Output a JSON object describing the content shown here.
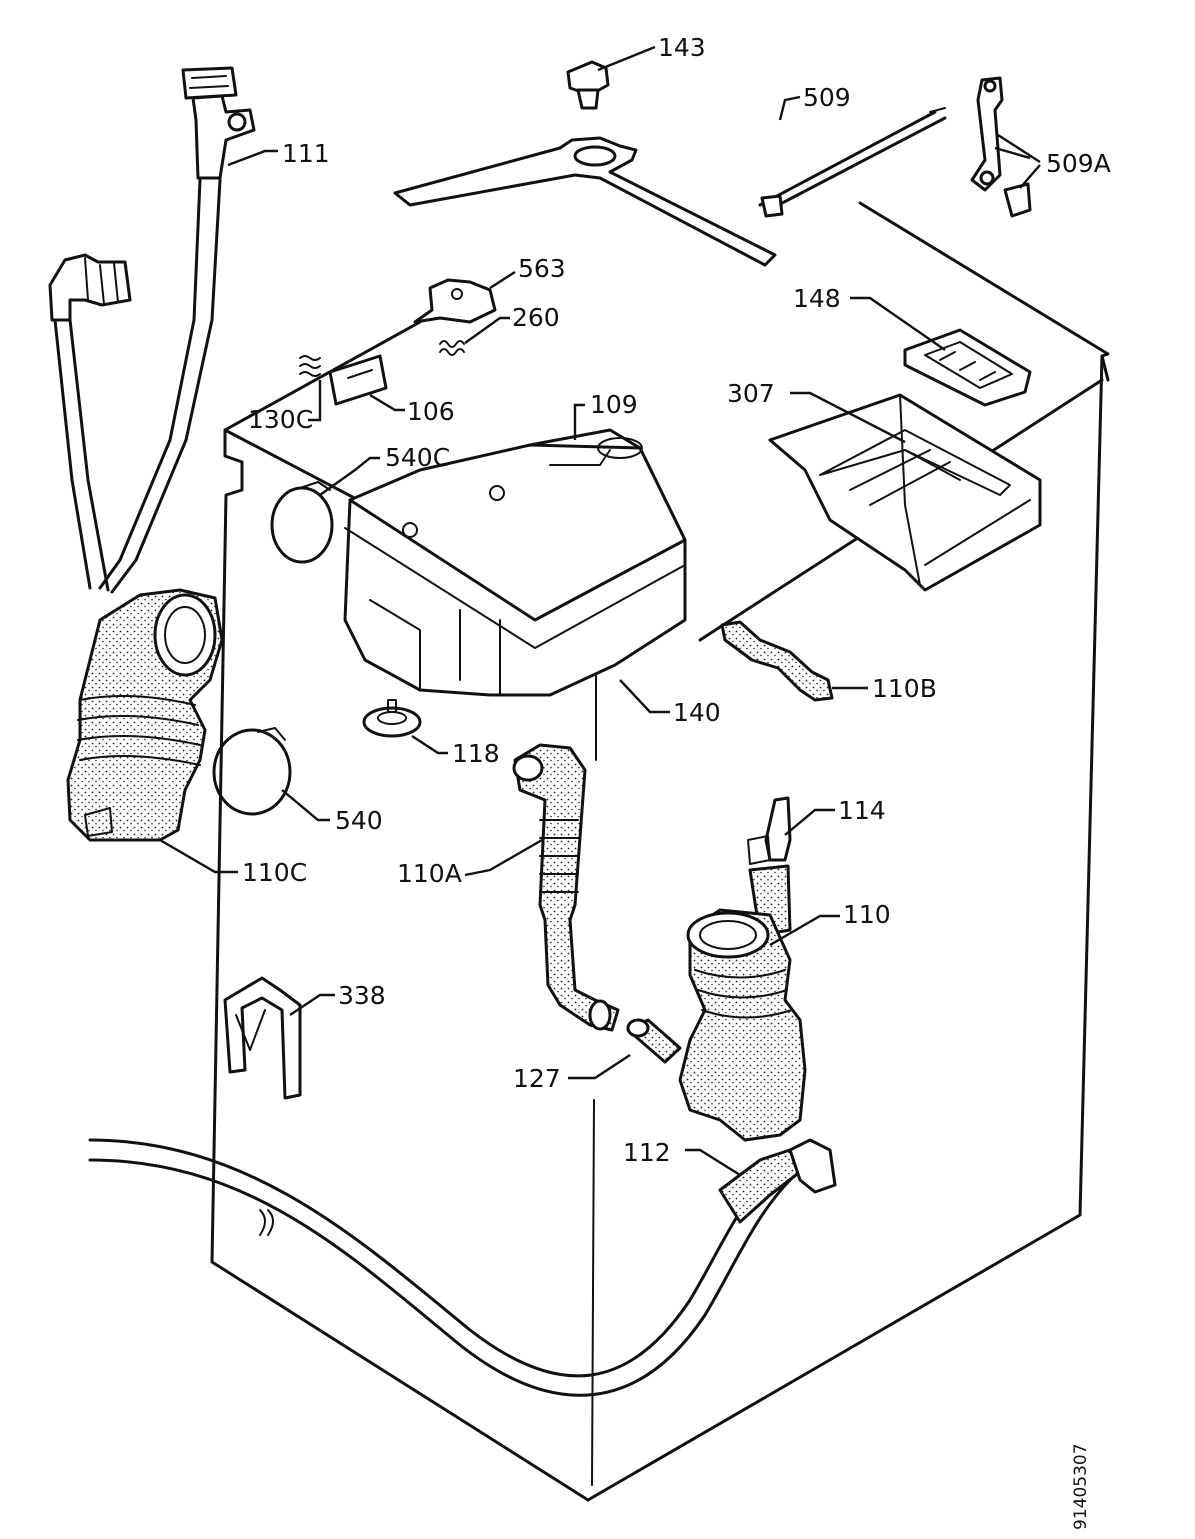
{
  "labels": {
    "p143": "143",
    "p509": "509",
    "p509a": "509A",
    "p111": "111",
    "p563": "563",
    "p260": "260",
    "p148": "148",
    "p130c": "130C",
    "p106": "106",
    "p109": "109",
    "p307": "307",
    "p540c": "540C",
    "p110b": "110B",
    "p140": "140",
    "p118": "118",
    "p540": "540",
    "p114": "114",
    "p110c": "110C",
    "p110a": "110A",
    "p110": "110",
    "p338": "338",
    "p127": "127",
    "p112": "112"
  },
  "drawing_code": "91405307"
}
